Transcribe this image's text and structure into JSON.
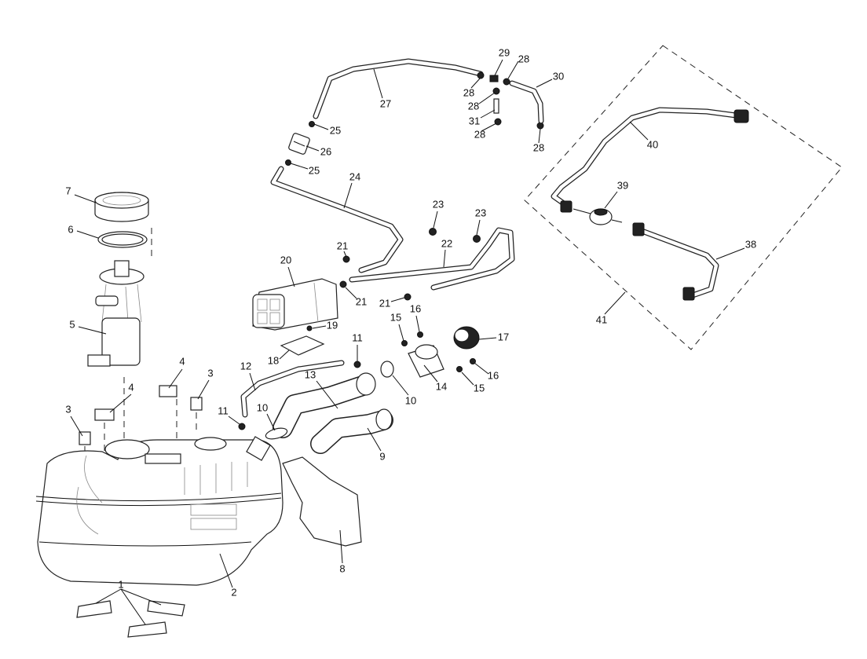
{
  "diagram": {
    "type": "exploded parts diagram",
    "line_color": "#222222",
    "background": "#ffffff",
    "callouts": [
      "1",
      "2",
      "3",
      "3",
      "4",
      "4",
      "5",
      "6",
      "7",
      "8",
      "9",
      "10",
      "10",
      "11",
      "11",
      "12",
      "13",
      "14",
      "15",
      "15",
      "16",
      "16",
      "17",
      "18",
      "19",
      "20",
      "21",
      "21",
      "21",
      "22",
      "23",
      "23",
      "24",
      "25",
      "25",
      "26",
      "27",
      "28",
      "28",
      "28",
      "28",
      "28",
      "29",
      "30",
      "31",
      "38",
      "39",
      "40",
      "41"
    ]
  }
}
